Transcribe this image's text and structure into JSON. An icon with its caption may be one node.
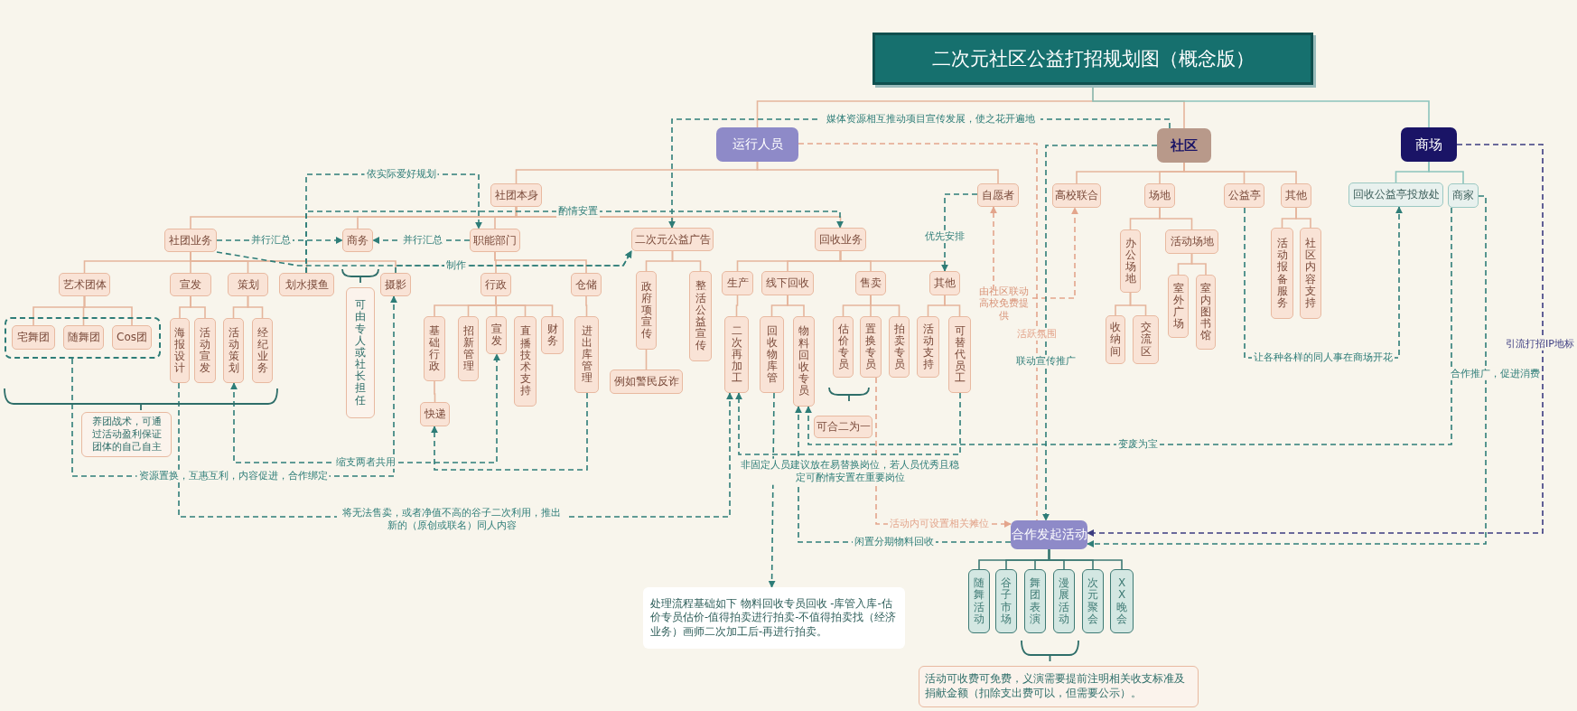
{
  "diagram": {
    "nodes": [
      {
        "text": [
          "二次元社区公益打招规划图（概念版）"
        ]
      },
      {
        "text": [
          "运行人员"
        ]
      },
      {
        "text": [
          "社区"
        ]
      },
      {
        "text": [
          "商场"
        ]
      },
      {
        "text": [
          "社团本身"
        ]
      },
      {
        "text": [
          "自愿者"
        ]
      },
      {
        "text": [
          "社团业务"
        ]
      },
      {
        "text": [
          "商务"
        ]
      },
      {
        "text": [
          "职能部门"
        ]
      },
      {
        "text": [
          "二次元公益广告"
        ]
      },
      {
        "text": [
          "回收业务"
        ]
      },
      {
        "text": [
          "艺术团体"
        ]
      },
      {
        "text": [
          "宣发"
        ]
      },
      {
        "text": [
          "策划"
        ]
      },
      {
        "text": [
          "划水摸鱼"
        ]
      },
      {
        "text": [],
        "shape": "box"
      },
      {
        "text": [
          "宅舞团"
        ],
        "in": 15
      },
      {
        "text": [
          "随舞团"
        ],
        "in": 15
      },
      {
        "text": [
          "Cos团"
        ],
        "in": 15
      },
      {
        "text": [
          "海报设计"
        ]
      },
      {
        "text": [
          "活动宣发"
        ]
      },
      {
        "text": [
          "活动策划"
        ]
      },
      {
        "text": [
          "经纪业务"
        ]
      },
      {
        "text": [
          "养团战术，可通过活动盈利保证团体的自己自主"
        ]
      },
      {
        "text": [
          "摄影"
        ]
      },
      {
        "text": [
          "可由专人或社长担任"
        ]
      },
      {
        "text": [
          "行政"
        ]
      },
      {
        "text": [
          "仓储"
        ]
      },
      {
        "text": [
          "基础行政"
        ]
      },
      {
        "text": [
          "招新管理"
        ]
      },
      {
        "text": [
          "宣发"
        ]
      },
      {
        "text": [
          "直播技术支持"
        ]
      },
      {
        "text": [
          "财务"
        ]
      },
      {
        "text": [
          "快递"
        ]
      },
      {
        "text": [
          "进出库管理"
        ]
      },
      {
        "text": [
          "政府项宣传"
        ]
      },
      {
        "text": [
          "整活公益宣传"
        ]
      },
      {
        "text": [
          "例如警民反诈"
        ]
      },
      {
        "text": [
          "生产"
        ]
      },
      {
        "text": [
          "线下回收"
        ]
      },
      {
        "text": [
          "售卖"
        ]
      },
      {
        "text": [
          "其他"
        ]
      },
      {
        "text": [
          "二次再加工"
        ]
      },
      {
        "text": [
          "回收物库管"
        ]
      },
      {
        "text": [
          "物料回收专员"
        ]
      },
      {
        "text": [
          "估价专员"
        ]
      },
      {
        "text": [
          "置换专员"
        ]
      },
      {
        "text": [
          "拍卖专员"
        ]
      },
      {
        "text": [
          "活动支持"
        ]
      },
      {
        "text": [
          "可替代员工"
        ]
      },
      {
        "text": [
          "可合二为一"
        ]
      },
      {
        "text": [
          "高校联合"
        ]
      },
      {
        "text": [
          "场地"
        ]
      },
      {
        "text": [
          "公益亭"
        ]
      },
      {
        "text": [
          "其他"
        ]
      },
      {
        "text": [
          "办公场地"
        ]
      },
      {
        "text": [
          "活动场地"
        ]
      },
      {
        "text": [
          "收纳间"
        ]
      },
      {
        "text": [
          "交流区"
        ]
      },
      {
        "text": [
          "室外广场"
        ]
      },
      {
        "text": [
          "室内图书馆"
        ]
      },
      {
        "text": [
          "活动报备服务"
        ]
      },
      {
        "text": [
          "社区内容支持"
        ]
      },
      {
        "text": [
          "回收公益亭投放处"
        ]
      },
      {
        "text": [
          "商家"
        ]
      },
      {
        "text": [
          "由社区联动高校免费提供"
        ]
      },
      {
        "text": [
          "合作发起活动"
        ]
      },
      {
        "text": [
          "随舞活动"
        ]
      },
      {
        "text": [
          "谷子市场"
        ]
      },
      {
        "text": [
          "舞团表演"
        ]
      },
      {
        "text": [
          "漫展活动"
        ]
      },
      {
        "text": [
          "次元聚会"
        ]
      },
      {
        "text": [
          "XX晚会"
        ]
      },
      {
        "text": [
          "活动可收费可免费，义演需要提前注明相关收支标准及捐献金额（扣除支出费可以，但需要公示）。"
        ]
      },
      {
        "text": [
          "处理流程基础如下 物料回收专员回收 -库管入库-估价专员估价-值得拍卖进行拍卖-不值得拍卖找（经济业务）画师二次加工后-再进行拍卖。"
        ]
      }
    ],
    "edges": [
      {
        "from": 0,
        "to": 1,
        "arrow": "none"
      },
      {
        "from": 0,
        "to": 2,
        "arrow": "none"
      },
      {
        "from": 0,
        "to": 3,
        "arrow": "none",
        "color": "#8cc4bc"
      },
      {
        "from": 1,
        "to": 4,
        "arrow": "none"
      },
      {
        "from": 1,
        "to": 5,
        "arrow": "none"
      },
      {
        "from": 4,
        "to": 6,
        "arrow": "none"
      },
      {
        "from": 4,
        "to": 7,
        "arrow": "none"
      },
      {
        "from": 4,
        "to": 8,
        "arrow": "none"
      },
      {
        "from": 4,
        "to": 9,
        "arrow": "none"
      },
      {
        "from": 4,
        "to": 10,
        "arrow": "none"
      },
      {
        "from": 6,
        "to": 11,
        "arrow": "none"
      },
      {
        "from": 6,
        "to": 12,
        "arrow": "none"
      },
      {
        "from": 6,
        "to": 13,
        "arrow": "none"
      },
      {
        "from": 6,
        "to": 14,
        "arrow": "none"
      },
      {
        "from": 6,
        "to": 24,
        "arrow": "none"
      },
      {
        "from": 11,
        "to": 16,
        "arrow": "none"
      },
      {
        "from": 11,
        "to": 17,
        "arrow": "none"
      },
      {
        "from": 11,
        "to": 18,
        "arrow": "none"
      },
      {
        "from": 12,
        "to": 19,
        "arrow": "none"
      },
      {
        "from": 12,
        "to": 20,
        "arrow": "none"
      },
      {
        "from": 13,
        "to": 21,
        "arrow": "none"
      },
      {
        "from": 13,
        "to": 22,
        "arrow": "none"
      },
      {
        "from": 8,
        "to": 26,
        "arrow": "none"
      },
      {
        "from": 8,
        "to": 27,
        "arrow": "none"
      },
      {
        "from": 26,
        "to": 28,
        "arrow": "none"
      },
      {
        "from": 26,
        "to": 29,
        "arrow": "none"
      },
      {
        "from": 26,
        "to": 30,
        "arrow": "none"
      },
      {
        "from": 26,
        "to": 31,
        "arrow": "none"
      },
      {
        "from": 26,
        "to": 32,
        "arrow": "none"
      },
      {
        "from": 28,
        "to": 33,
        "arrow": "none"
      },
      {
        "from": 27,
        "to": 34,
        "arrow": "none"
      },
      {
        "from": 9,
        "to": 35,
        "arrow": "none"
      },
      {
        "from": 9,
        "to": 36,
        "arrow": "none"
      },
      {
        "from": 35,
        "to": 37,
        "arrow": "none"
      },
      {
        "from": 10,
        "to": 38,
        "arrow": "none"
      },
      {
        "from": 10,
        "to": 39,
        "arrow": "none"
      },
      {
        "from": 10,
        "to": 40,
        "arrow": "none"
      },
      {
        "from": 10,
        "to": 41,
        "arrow": "none"
      },
      {
        "from": 38,
        "to": 42,
        "arrow": "none"
      },
      {
        "from": 39,
        "to": 43,
        "arrow": "none"
      },
      {
        "from": 39,
        "to": 44,
        "arrow": "none"
      },
      {
        "from": 40,
        "to": 45,
        "arrow": "none"
      },
      {
        "from": 40,
        "to": 46,
        "arrow": "none"
      },
      {
        "from": 40,
        "to": 47,
        "arrow": "none"
      },
      {
        "from": 41,
        "to": 48,
        "arrow": "none"
      },
      {
        "from": 41,
        "to": 49,
        "arrow": "none"
      },
      {
        "from": 2,
        "to": 51,
        "arrow": "none"
      },
      {
        "from": 2,
        "to": 52,
        "arrow": "none"
      },
      {
        "from": 2,
        "to": 53,
        "arrow": "none"
      },
      {
        "from": 2,
        "to": 54,
        "arrow": "none"
      },
      {
        "from": 52,
        "to": 55,
        "arrow": "none"
      },
      {
        "from": 52,
        "to": 56,
        "arrow": "none"
      },
      {
        "from": 55,
        "to": 57,
        "arrow": "none"
      },
      {
        "from": 55,
        "to": 58,
        "arrow": "none"
      },
      {
        "from": 56,
        "to": 59,
        "arrow": "none"
      },
      {
        "from": 56,
        "to": 60,
        "arrow": "none"
      },
      {
        "from": 54,
        "to": 61,
        "arrow": "none"
      },
      {
        "from": 54,
        "to": 62,
        "arrow": "none"
      },
      {
        "from": 3,
        "to": 63,
        "arrow": "none",
        "color": "#8cc4bc"
      },
      {
        "from": 3,
        "to": 64,
        "arrow": "none",
        "color": "#8cc4bc"
      },
      {
        "from": 66,
        "to": 67,
        "arrow": "none",
        "color": "#3e7a74"
      },
      {
        "from": 66,
        "to": 68,
        "arrow": "none",
        "color": "#3e7a74"
      },
      {
        "from": 66,
        "to": 69,
        "arrow": "none",
        "color": "#3e7a74"
      },
      {
        "from": 66,
        "to": 70,
        "arrow": "none",
        "color": "#3e7a74"
      },
      {
        "from": 66,
        "to": 71,
        "arrow": "none",
        "color": "#3e7a74"
      },
      {
        "from": 66,
        "to": 72,
        "arrow": "none",
        "color": "#3e7a74"
      },
      {
        "from": 6,
        "to": 7,
        "label": "并行汇总",
        "arrow": "to",
        "style": "dashed",
        "color": "#2e7d78"
      },
      {
        "from": 8,
        "to": 7,
        "label": "并行汇总",
        "arrow": "to",
        "style": "dashed",
        "color": "#2e7d78"
      },
      {
        "from": 6,
        "to": 9,
        "arrow": "to",
        "style": "dashed",
        "color": "#2e7d78"
      },
      {
        "from": 24,
        "to": 9,
        "label": "制作",
        "arrow": "to",
        "style": "dashed",
        "color": "#2e7d78"
      },
      {
        "from": 14,
        "to": 8,
        "label": "依实际爱好规划",
        "arrow": "to",
        "style": "dashed",
        "color": "#2e7d78"
      },
      {
        "from": 14,
        "to": 10,
        "label": "酌情安置",
        "arrow": "to",
        "style": "dashed",
        "color": "#2e7d78"
      },
      {
        "from": 2,
        "to": 9,
        "label": "媒体资源相互推动项目宣传发展，使之花开遍地",
        "arrow": "to",
        "style": "dashed",
        "color": "#2e7d78"
      },
      {
        "from": 5,
        "to": 41,
        "label": "优先安排",
        "arrow": "to",
        "style": "dashed",
        "color": "#2e7d78"
      },
      {
        "from": 65,
        "to": 5,
        "arrow": "to",
        "style": "dashed",
        "color": "#e3a58c"
      },
      {
        "from": 65,
        "to": 51,
        "arrow": "to",
        "style": "dashed",
        "color": "#e3a58c"
      },
      {
        "from": 2,
        "to": 66,
        "label": "联动宣传推广",
        "arrow": "to",
        "style": "dashed",
        "color": "#2e7d78"
      },
      {
        "from": 1,
        "to": 66,
        "label": "活跃氛围",
        "arrow": "none",
        "style": "dashed",
        "color": "#e3a58c"
      },
      {
        "from": 46,
        "to": 66,
        "label": "活动内可设置相关摊位",
        "arrow": "to",
        "style": "dashed",
        "color": "#e3a58c"
      },
      {
        "from": 66,
        "to": 44,
        "label": "闲置分期物料回收",
        "arrow": "to",
        "style": "dashed",
        "color": "#2e7d78"
      },
      {
        "from": 64,
        "to": 44,
        "label": "变废为宝",
        "arrow": "to",
        "style": "dashed",
        "color": "#2e7d78"
      },
      {
        "from": 64,
        "to": 66,
        "label": "合作推广，促进消费",
        "arrow": "to",
        "style": "dashed",
        "color": "#2e7d78"
      },
      {
        "from": 3,
        "to": 66,
        "label": "引流打招IP地标",
        "arrow": "to",
        "style": "dashed",
        "color": "#3b3b80"
      },
      {
        "from": 53,
        "to": 63,
        "label": "让各种各样的同人事在商场开花",
        "arrow": "to",
        "style": "dashed",
        "color": "#2e7d78"
      },
      {
        "from": 43,
        "to": 74,
        "arrow": "to",
        "style": "dashed",
        "color": "#2e7d78"
      },
      {
        "from": 49,
        "to": 42,
        "label": "非固定人员建议放在易替换岗位，若人员优秀且稳定可酌情安置在重要岗位",
        "arrow": "to",
        "style": "dashed",
        "color": "#2e7d78"
      },
      {
        "from": 19,
        "to": 42,
        "label": "将无法售卖，或者净值不高的谷子二次利用，推出新的（原创或联名）同人内容",
        "arrow": "to",
        "style": "dashed",
        "color": "#2e7d78"
      },
      {
        "from": 15,
        "to": 24,
        "label": "资源置换，互惠互利，内容促进，合作绑定",
        "arrow": "to",
        "style": "dashed",
        "color": "#2e7d78"
      },
      {
        "from": 21,
        "to": 30,
        "label": "缩支两者共用",
        "arrow": "both",
        "style": "dashed",
        "color": "#2e7d78"
      },
      {
        "from": 34,
        "to": 33,
        "arrow": "to",
        "style": "dashed",
        "color": "#2e7d78"
      }
    ]
  }
}
